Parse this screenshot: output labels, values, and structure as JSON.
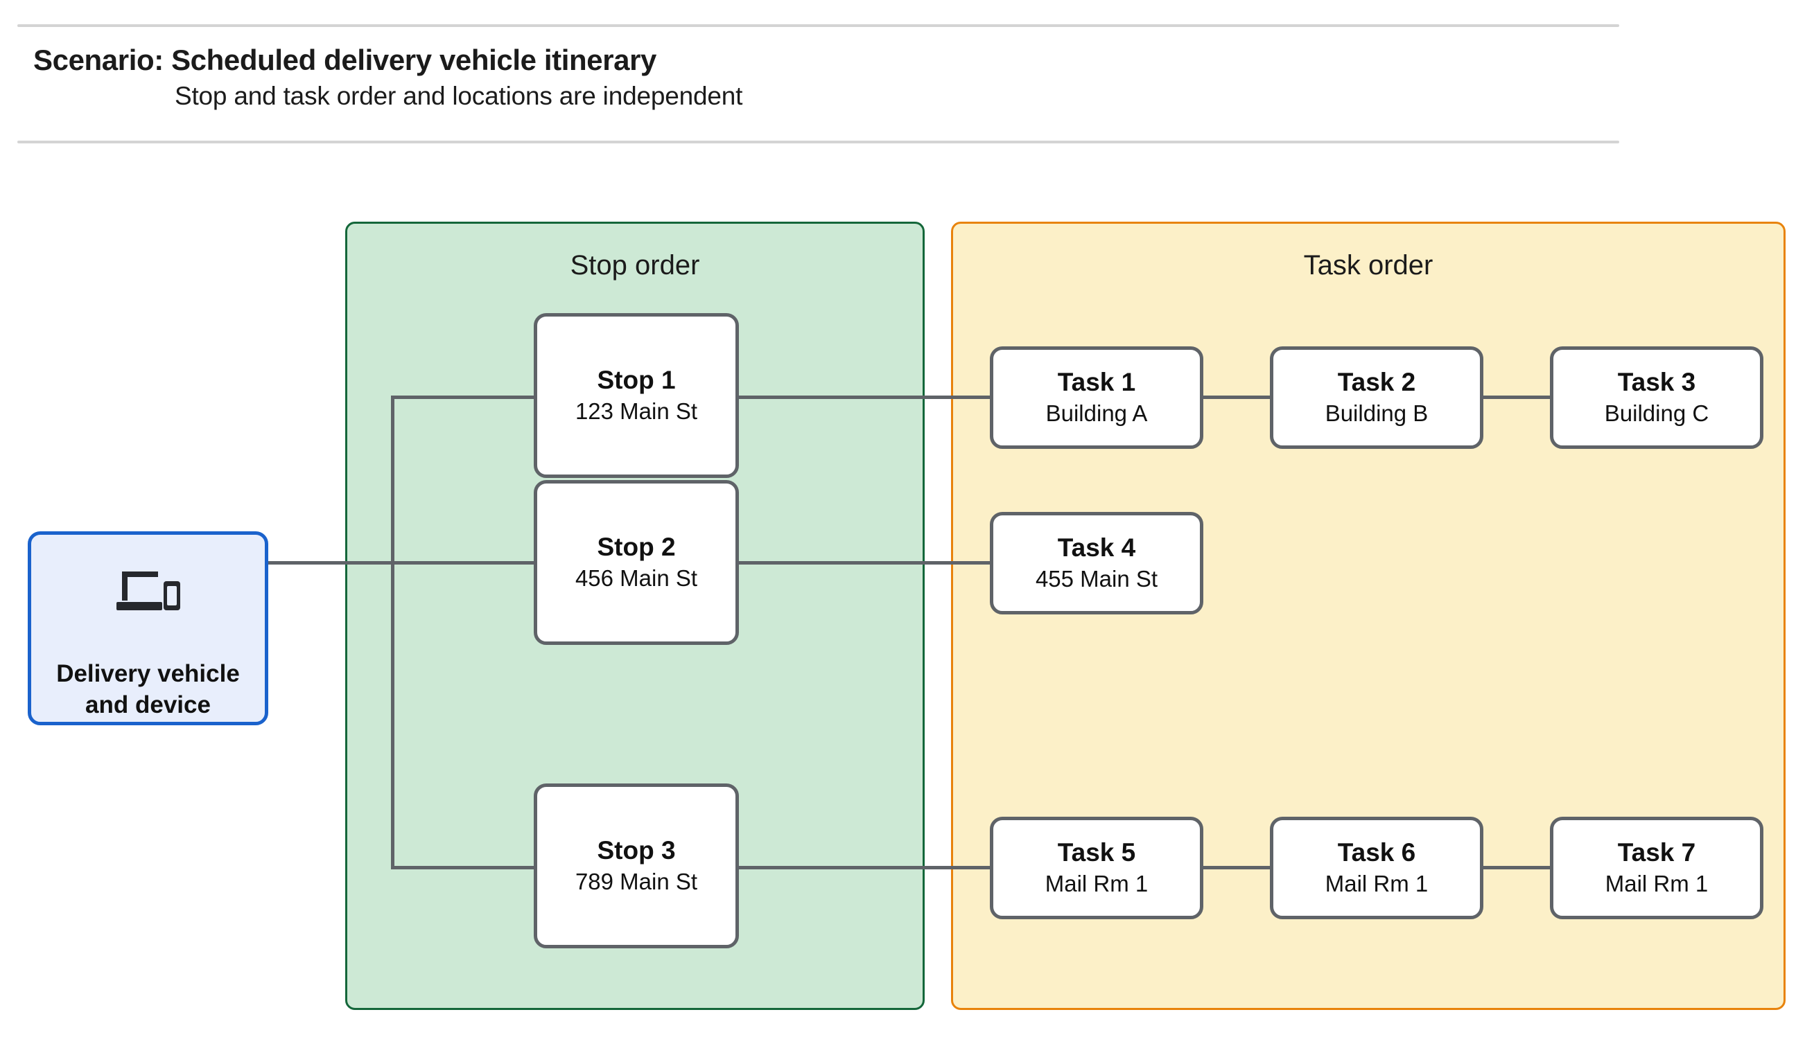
{
  "header": {
    "title": "Scenario: Scheduled delivery vehicle itinerary",
    "subtitle": "Stop and task order and locations are independent"
  },
  "vehicle": {
    "label": "Delivery vehicle\nand device",
    "icon": "devices-icon",
    "border_color": "#1a62cc",
    "fill_color": "#e8eefc"
  },
  "groups": {
    "stop": {
      "title": "Stop order",
      "fill_color": "#cde9d5",
      "border_color": "#14673a"
    },
    "task": {
      "title": "Task order",
      "fill_color": "#fcf0c8",
      "border_color": "#e8830c"
    }
  },
  "stops": [
    {
      "title": "Stop 1",
      "location": "123 Main St"
    },
    {
      "title": "Stop 2",
      "location": "456 Main St"
    },
    {
      "title": "Stop 3",
      "location": "789 Main St"
    }
  ],
  "task_rows": [
    [
      {
        "title": "Task 1",
        "location": "Building A"
      },
      {
        "title": "Task 2",
        "location": "Building B"
      },
      {
        "title": "Task 3",
        "location": "Building C"
      }
    ],
    [
      {
        "title": "Task 4",
        "location": "455 Main St"
      }
    ],
    [
      {
        "title": "Task 5",
        "location": "Mail Rm 1"
      },
      {
        "title": "Task 6",
        "location": "Mail Rm 1"
      },
      {
        "title": "Task 7",
        "location": "Mail Rm 1"
      }
    ]
  ]
}
